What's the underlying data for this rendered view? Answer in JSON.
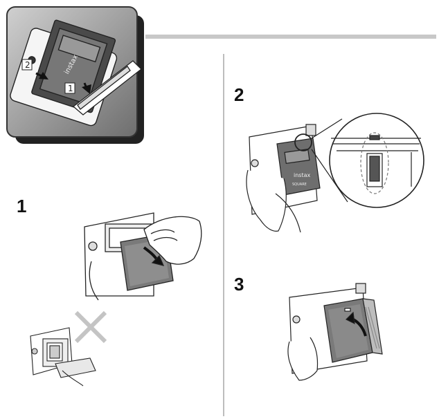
{
  "header": {
    "callout_1": "1",
    "callout_2": "2"
  },
  "film_brand": "instax",
  "film_sub": "SQUARE",
  "steps": [
    {
      "number": "1",
      "illustration": "remove-film-shield"
    },
    {
      "number": "2",
      "illustration": "align-film-mark"
    },
    {
      "number": "3",
      "illustration": "close-back-door"
    }
  ],
  "icons": {
    "wrong_mark": "x-mark-icon",
    "arrow": "curved-arrow-icon"
  },
  "colors": {
    "header_bg": "#8c8c8c",
    "header_rule": "#c8c8c8",
    "divider": "#bdbdbd",
    "x_mark": "#c4c4c4"
  }
}
